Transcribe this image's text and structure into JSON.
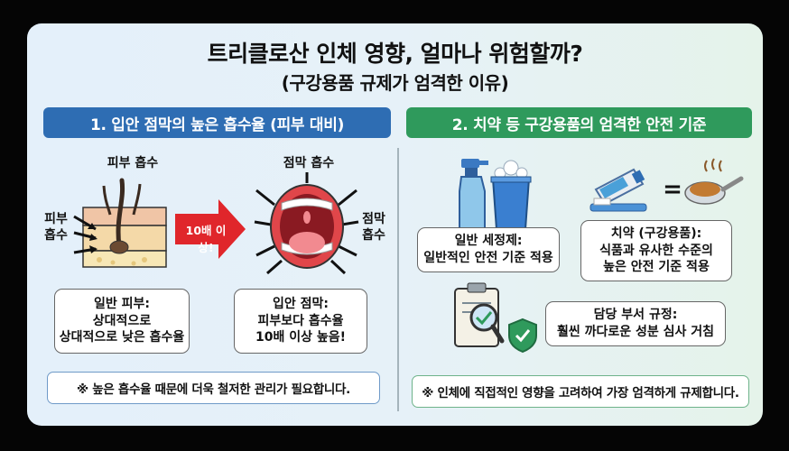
{
  "title": "트리클로산 인체 영향, 얼마나 위험할까?",
  "subtitle": "(구강용품 규제가 엄격한 이유)",
  "left_panel": {
    "header": "1. 입안 점막의 높은 흡수율 (피부 대비)",
    "skin_label_top": "피부 흡수",
    "skin_label_side_1": "피부",
    "skin_label_side_2": "흡수",
    "mucosa_label_top": "점막 흡수",
    "mucosa_label_side_1": "점막",
    "mucosa_label_side_2": "흡수",
    "arrow_text": "10배 이상!",
    "skin_box": [
      "일반 피부:",
      "상대적으로",
      "상대적으로 낮은 흡수율"
    ],
    "mucosa_box": [
      "입안 점막:",
      "피부보다 흡수율",
      "10배 이상 높음!"
    ],
    "note": "※ 높은 흡수율 때문에 더욱 철저한 관리가 필요합니다.",
    "colors": {
      "header": "#2e6db3",
      "arrow": "#e0262b"
    }
  },
  "right_panel": {
    "header": "2. 치약 등 구강용품의 엄격한 안전 기준",
    "cleaner_box": [
      "일반 세정제:",
      "일반적인 안전 기준 적용"
    ],
    "toothpaste_box": [
      "치약 (구강용품):",
      "식품과 유사한 수준의",
      "높은 안전 기준 적용"
    ],
    "equals_sign": "=",
    "regulator_box": [
      "담당 부서 규정:",
      "훨씬 까다로운 성분 심사 거침"
    ],
    "note": "※ 인체에 직접적인 영향을 고려하여 가장 엄격하게 규제합니다.",
    "colors": {
      "header": "#2f9a5c"
    }
  },
  "icons": [
    "skin-layer-icon",
    "open-mouth-icon",
    "spray-bottle-icon",
    "bucket-icon",
    "toothpaste-icon",
    "spoon-food-icon",
    "clipboard-icon",
    "magnifier-icon",
    "shield-check-icon"
  ]
}
